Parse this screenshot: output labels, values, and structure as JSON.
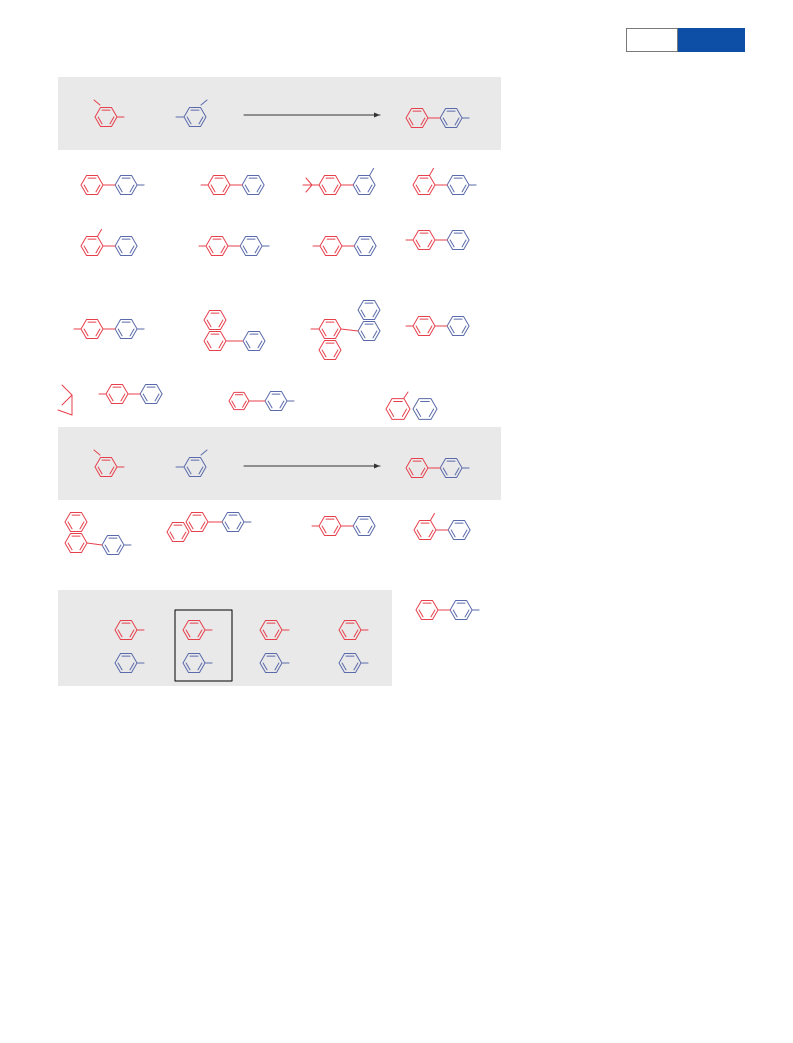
{
  "header": {
    "accent_color": "#0d4ea6",
    "tab_border_color": "#7a7a7a"
  },
  "colors": {
    "aryl_a": "#e6404c",
    "aryl_b": "#5a6aaa",
    "panel_bg": "#e9e9e9",
    "arrow": "#333333"
  },
  "scheme_rows": [
    {
      "section": "reaction-1",
      "reactants": 2,
      "arrow": true,
      "products": 1
    },
    {
      "section": "products-row-1",
      "products": 4
    },
    {
      "section": "products-row-2",
      "products": 4
    },
    {
      "section": "products-row-3",
      "products": 4
    },
    {
      "section": "products-row-4",
      "products": 3
    },
    {
      "section": "reaction-2",
      "reactants": 2,
      "arrow": true,
      "products": 1
    },
    {
      "section": "products-row-5",
      "products": 4
    },
    {
      "section": "conditions-table",
      "pairs": 4,
      "highlighted_pair": 2
    }
  ]
}
